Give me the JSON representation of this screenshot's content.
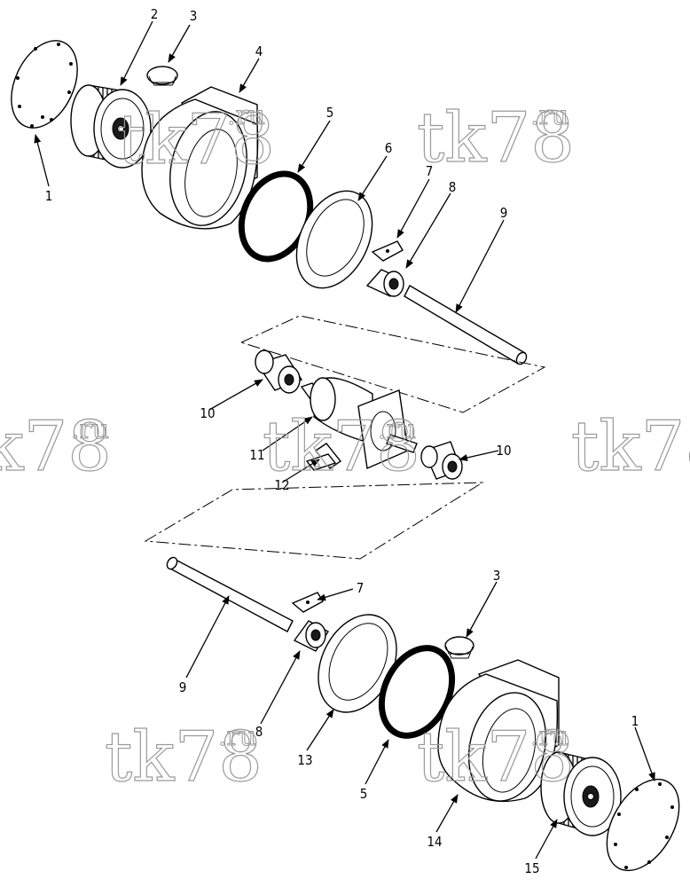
{
  "watermark": {
    "text": "tk78",
    "suffix": ".ru"
  },
  "callouts": [
    {
      "id": "c1a",
      "label": "1"
    },
    {
      "id": "c2",
      "label": "2"
    },
    {
      "id": "c3a",
      "label": "3"
    },
    {
      "id": "c4",
      "label": "4"
    },
    {
      "id": "c5a",
      "label": "5"
    },
    {
      "id": "c6",
      "label": "6"
    },
    {
      "id": "c7a",
      "label": "7"
    },
    {
      "id": "c8a",
      "label": "8"
    },
    {
      "id": "c9a",
      "label": "9"
    },
    {
      "id": "c10a",
      "label": "10"
    },
    {
      "id": "c11",
      "label": "11"
    },
    {
      "id": "c12",
      "label": "12"
    },
    {
      "id": "c10b",
      "label": "10"
    },
    {
      "id": "c7b",
      "label": "7"
    },
    {
      "id": "c3b",
      "label": "3"
    },
    {
      "id": "c9b",
      "label": "9"
    },
    {
      "id": "c8b",
      "label": "8"
    },
    {
      "id": "c13",
      "label": "13"
    },
    {
      "id": "c5b",
      "label": "5"
    },
    {
      "id": "c14",
      "label": "14"
    },
    {
      "id": "c1b",
      "label": "1"
    },
    {
      "id": "c15",
      "label": "15"
    }
  ]
}
